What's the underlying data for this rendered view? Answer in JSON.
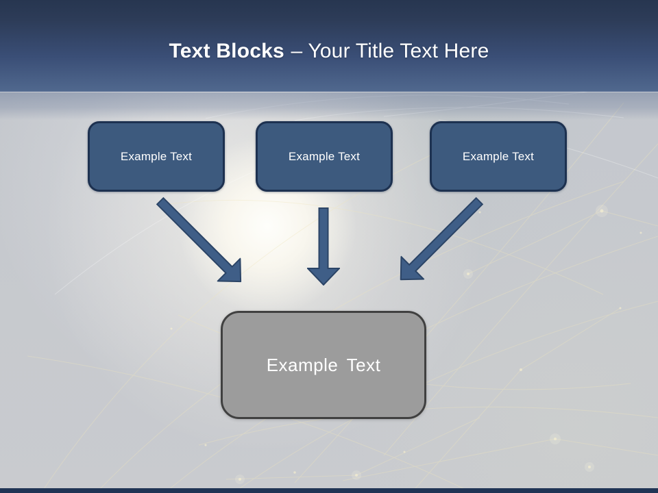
{
  "title": {
    "bold_part": "Text Blocks",
    "regular_part": "– Your Title Text Here"
  },
  "blocks": [
    {
      "label": "Example Text"
    },
    {
      "label": "Example Text"
    },
    {
      "label": "Example Text"
    }
  ],
  "result_block": {
    "label": "Example Text"
  },
  "icons": {
    "arrow_left": "down-right-arrow-icon",
    "arrow_middle": "down-arrow-icon",
    "arrow_right": "down-left-arrow-icon"
  },
  "colors": {
    "header_gradient_top": "#273650",
    "header_gradient_bottom": "#50688e",
    "block_fill": "#3d5a7e",
    "block_border": "#1d3150",
    "arrow_fill": "#3f5e87",
    "arrow_border": "#2b4466",
    "result_fill": "#9c9c9c",
    "result_border": "#404040",
    "background": "#c6c9ce",
    "footer_bar": "#203455",
    "title_text": "#ffffff",
    "block_text": "#ffffff"
  }
}
